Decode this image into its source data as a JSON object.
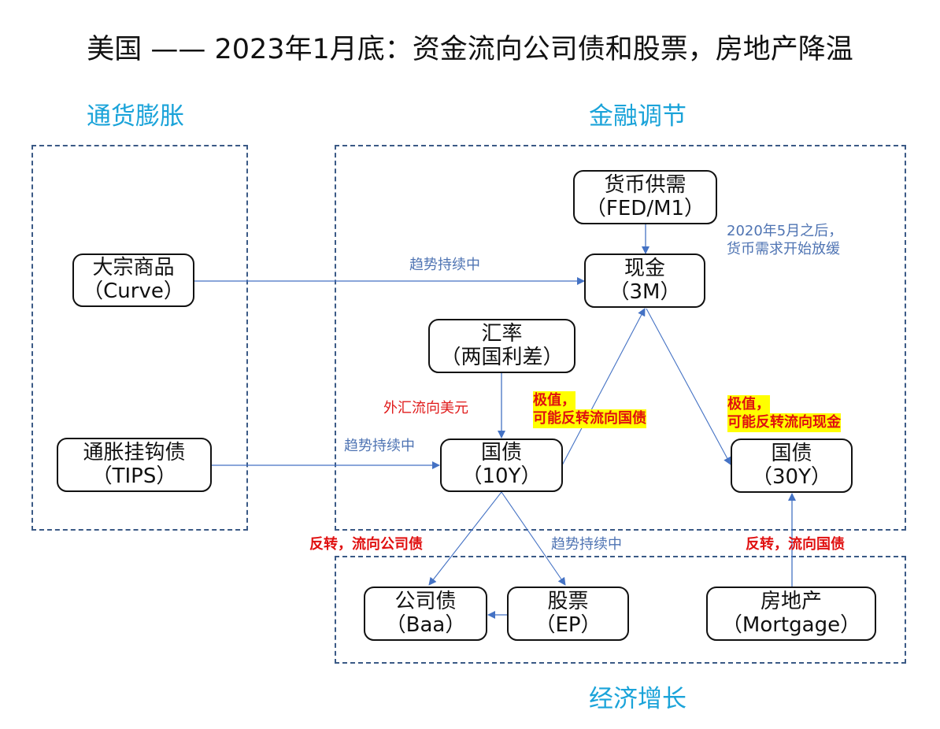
{
  "title": "美国 —— 2023年1月底：资金流向公司债和股票，房地产降温",
  "sections": {
    "inflation": "通货膨胀",
    "finance": "金融调节",
    "growth": "经济增长"
  },
  "nodes": {
    "commodity": {
      "l1": "大宗商品",
      "l2": "（Curve）"
    },
    "tips": {
      "l1": "通胀挂钩债",
      "l2": "（TIPS）"
    },
    "money": {
      "l1": "货币供需",
      "l2": "（FED/M1）"
    },
    "cash": {
      "l1": "现金",
      "l2": "（3M）"
    },
    "fx": {
      "l1": "汇率",
      "l2": "（两国利差）"
    },
    "t10": {
      "l1": "国债",
      "l2": "（10Y）"
    },
    "t30": {
      "l1": "国债",
      "l2": "（30Y）"
    },
    "corp": {
      "l1": "公司债",
      "l2": "（Baa）"
    },
    "stock": {
      "l1": "股票",
      "l2": "（EP）"
    },
    "estate": {
      "l1": "房地产",
      "l2": "（Mortgage）"
    }
  },
  "notes": {
    "commodity_trend": "趋势持续中",
    "money_note_1": "2020年5月之后，",
    "money_note_2": "货币需求开始放缓",
    "fx_flow": "外汇流向美元",
    "tips_trend": "趋势持续中",
    "t10_extreme_1": "极值，",
    "t10_extreme_2": "可能反转流向国债",
    "t30_extreme_1": "极值，",
    "t30_extreme_2": "可能反转流向现金",
    "corp_reverse": "反转，流向公司债",
    "stock_trend": "趋势持续中",
    "estate_reverse": "反转，流向国债"
  },
  "colors": {
    "section": "#1aa3d9",
    "arrow": "#4472c4",
    "note_blue": "#4f74b3",
    "note_red": "#e01010",
    "highlight": "#ffff00",
    "group_border": "#3b5a86"
  }
}
